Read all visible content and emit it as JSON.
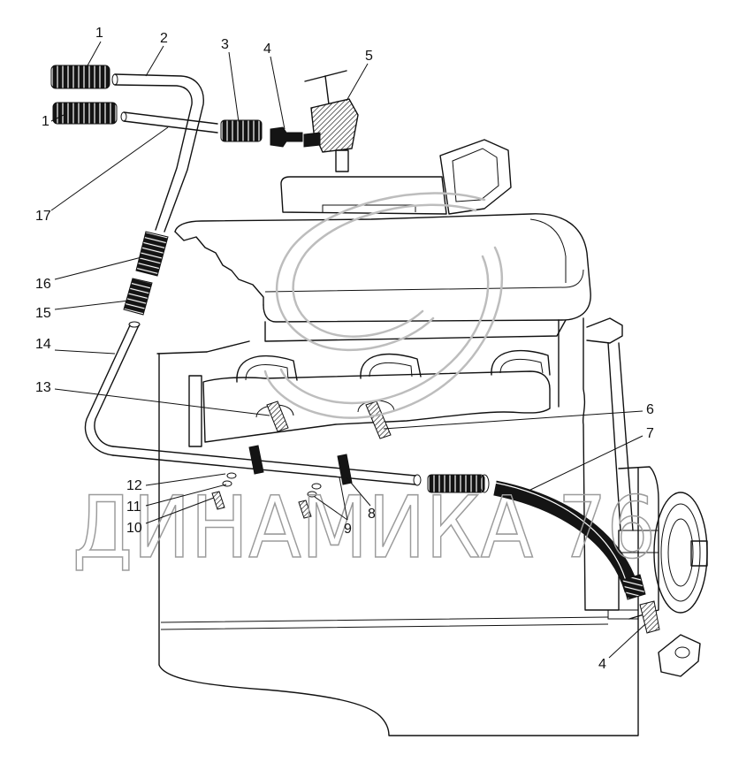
{
  "callouts": [
    "1",
    "2",
    "3",
    "4",
    "5",
    "1",
    "17",
    "16",
    "15",
    "14",
    "13",
    "6",
    "7",
    "12",
    "11",
    "10",
    "9",
    "8",
    "4"
  ],
  "watermark": "ДИНАМИКА 76"
}
